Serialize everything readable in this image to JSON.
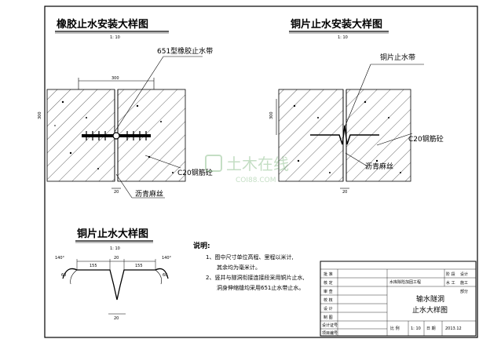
{
  "detail_rubber": {
    "title": "橡胶止水安装大样图",
    "scale": "1: 10",
    "callout_waterstop": "651型橡胶止水带",
    "dim_width": "300",
    "dim_height": "300",
    "callout_concrete": "C20钢筋砼",
    "callout_asphalt": "沥青麻丝",
    "dim_joint": "20"
  },
  "detail_copper_install": {
    "title": "铜片止水安装大样图",
    "scale": "1: 10",
    "callout_waterstop": "铜片止水带",
    "dim_height": "300",
    "callout_concrete": "C20钢筋砼",
    "callout_asphalt": "沥青麻丝",
    "dim_joint": "20"
  },
  "detail_copper": {
    "title": "铜片止水大样图",
    "scale": "1: 10",
    "angle_left": "140°",
    "angle_right": "140°",
    "dim_left": "155",
    "dim_right": "155",
    "dim_top": "20",
    "dim_bottom": "20",
    "dim_r1": "60",
    "dim_r2": "60"
  },
  "notes": {
    "heading": "说明:",
    "line1": "1、图中尺寸单位高程、里程以米计,",
    "line2": "其余均为毫米计。",
    "line3": "2、竖井与隧洞衔接连接段采用铜片止水,",
    "line4": "洞身伸缩缝均采用651止水带止水。"
  },
  "title_block": {
    "project": "水库除险加固工程",
    "drawing_title_1": "输水隧洞",
    "drawing_title_2": "止水大样图",
    "row_labels": [
      "批 准",
      "核 定",
      "审 查",
      "校 核",
      "设 计",
      "制 图",
      "设计证号",
      "项目编号"
    ],
    "stage_labels": [
      "设计",
      "施工",
      "部分"
    ],
    "stage_heads": [
      "阶 段",
      "水 工"
    ],
    "scale_label": "比 例",
    "scale_value": "1: 10",
    "date_label": "日 期",
    "date_value": "2013.12"
  },
  "watermark": {
    "brand": "土木在线",
    "url": "COI88.COM"
  }
}
